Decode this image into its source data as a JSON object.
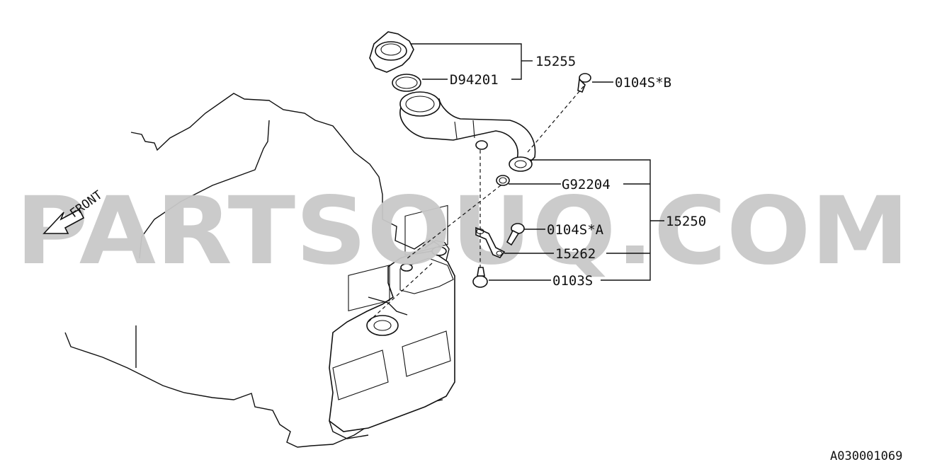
{
  "watermark": "PARTSOUQ.COM",
  "front_marker": "FRONT",
  "diagram_id": "A030001069",
  "callouts": {
    "cap_assembly": "15255",
    "cap_gasket": "D94201",
    "bolt_b": "0104S*B",
    "filler_pipe_assembly": "15250",
    "o_ring": "G92204",
    "bolt_a": "0104S*A",
    "bracket": "15262",
    "bolt": "0103S"
  }
}
